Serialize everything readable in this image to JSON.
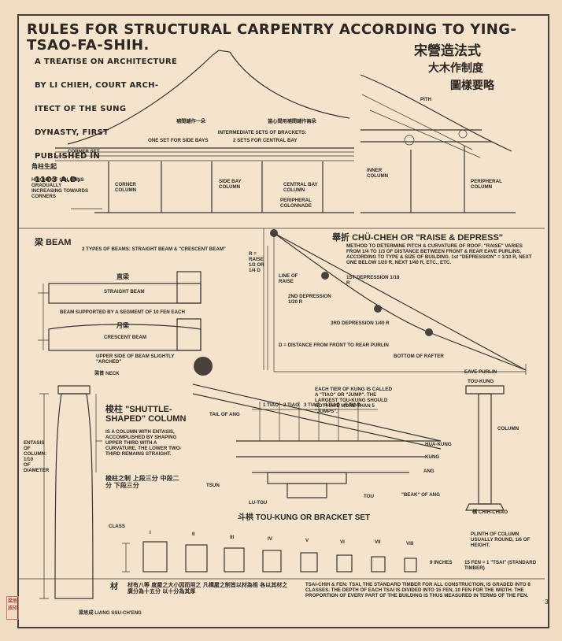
{
  "title": "RULES FOR STRUCTURAL CARPENTRY ACCORDING TO YING-TSAO-FA-SHIH.",
  "subtitle_cn": [
    "宋營造法式",
    "大木作制度",
    "圖樣要略"
  ],
  "intro": [
    "A TREATISE ON ARCHITECTURE",
    "BY LI CHIEH, COURT ARCH-",
    "ITECT OF THE SUNG",
    "DYNASTY, FIRST",
    "PUBLISHED IN",
    "1103 A.D."
  ],
  "elevation": {
    "intermediate_sets": "INTERMEDIATE SETS OF BRACKETS:",
    "one_set": "ONE SET FOR SIDE BAYS",
    "two_sets": "2 SETS FOR CENTRAL BAY",
    "corner_set": "CORNER SET",
    "corner_column": "CORNER COLUMN",
    "side_bay_column": "SIDE BAY COLUMN",
    "central_bay_column": "CENTRAL BAY COLUMN",
    "peripheral_colonnade": "PERIPHERAL COLONNADE",
    "height_note": "HEIGHT OF COLUMNS GRADUALLY INCREASING TOWARDS CORNERS",
    "cn_note": "角柱生起",
    "cn_note2": "補間鋪作一朵",
    "cn_note3": "當心間用補間鋪作兩朵"
  },
  "section": {
    "pith": "PITH",
    "inner_column": "INNER COLUMN",
    "peripheral_column": "PERIPHERAL COLUMN"
  },
  "beam": {
    "heading": "BEAM",
    "heading_cn": "梁",
    "desc": "2 TYPES OF BEAMS: STRAIGHT BEAM & \"CRESCENT BEAM\"",
    "straight_beam": "STRAIGHT BEAM",
    "straight_cn": "直梁",
    "crescent_beam": "CRESCENT BEAM",
    "crescent_cn": "月梁",
    "shear_note": "BEAM SUPPORTED BY A SEGMENT OF 10 FEN EACH",
    "upper_note": "UPPER SIDE OF BEAM SLIGHTLY \"ARCHED\"",
    "neck": "NECK",
    "neck_cn": "梁首"
  },
  "chu_chih": {
    "heading": "CHÜ-CHEH OR \"RAISE & DEPRESS\"",
    "heading_cn": "舉折",
    "desc": "METHOD TO DETERMINE PITCH & CURVATURE OF ROOF: \"RAISE\" VARIES FROM 1/4 TO 1/3 OF DISTANCE BETWEEN FRONT & REAR EAVE PURLINS, ACCORDING TO TYPE & SIZE OF BUILDING. 1st \"DEPRESSION\" = 1/10 R, NEXT ONE BELOW 1/20 R, NEXT 1/40 R, ETC., ETC.",
    "depression_1": "1ST DEPRESSION 1/10 R",
    "depression_2": "2ND DEPRESSION 1/20 R",
    "depression_3": "3RD DEPRESSION 1/40 R",
    "distance_note": "D = DISTANCE FROM FRONT TO REAR PURLIN",
    "rafter_note": "BOTTOM OF RAFTER",
    "eave_purlin": "EAVE PURLIN",
    "raise_label": "R = RAISE 1/3 OR 1/4 D",
    "line_label": "LINE OF RAISE"
  },
  "shuttle": {
    "heading": "\"SHUTTLE-SHAPED\" COLUMN",
    "heading_cn": "梭柱",
    "desc": "IS A COLUMN WITH ENTASIS, ACCOMPLISHED BY SHAPING UPPER THIRD WITH A CURVATURE. THE LOWER TWO-THIRD REMAINS STRAIGHT.",
    "cn_desc": "梭柱之制 上段三分 中段二分 下段三分",
    "side_note": "ENTASIS OF COLUMN: 1/10 OF DIAMETER"
  },
  "bracket": {
    "heading": "TOU-KUNG OR BRACKET SET",
    "heading_cn": "斗栱",
    "tiao_note": "EACH TIER OF KUNG IS CALLED A \"TIAO\" OR \"JUMP\". THE LARGEST TOU-KUNG SHOULD NOT HAVE MORE THAN 5 \"JUMPS\".",
    "tiao": [
      "1 TIAO",
      "2 TIAO",
      "3 TIAO",
      "4 TIAO",
      "5 TIAO"
    ],
    "ang": "ANG",
    "tail_of_ang": "TAIL OF ANG",
    "beak_of_ang": "\"BEAK\" OF ANG",
    "hua_kung": "HUA-KUNG",
    "kung": "KUNG",
    "tou": "TOU",
    "lu_tou": "LU-TOU",
    "tsun": "TSUN"
  },
  "column_right": {
    "tou_kung": "TOU-KUNG",
    "column": "COLUMN",
    "chih_chiao": "CHIH-CHIAO",
    "cn": "櫍",
    "note": "PLINTH OF COLUMN USUALLY ROUND, 1/6 OF HEIGHT."
  },
  "classes": {
    "label": "CLASS",
    "numerals": [
      "I",
      "II",
      "III",
      "IV",
      "V",
      "VI",
      "VII",
      "VIII"
    ],
    "fen_note": "15 FEN = 1 \"TSAI\" (STANDARD TIMBER)",
    "units": "9 INCHES",
    "cn_label": "材",
    "cn_text": "材有八等 度屋之大小因而用之 凡構屋之制皆以材為祖 各以其材之廣分為十五分 以十分為其厚",
    "bottom_note": "TSAI-CHIH & FEN: TSAI, THE STANDARD TIMBER FOR ALL CONSTRUCTION, IS GRADED INTO 8 CLASSES. THE DEPTH OF EACH TSAI IS DIVIDED INTO 15 FEN, 10 FEN FOR THE WIDTH. THE PROPORTION OF EVERY PART OF THE BUILDING IS THUS MEASURED IN TERMS OF THE FEN."
  },
  "credit": "梁思成 LIANG SSU-CH'ENG",
  "seal": "梁思成印",
  "page_number": "3",
  "colors": {
    "paper": "#f4e4cd",
    "ink": "#2b2620",
    "seal": "#a84c45"
  }
}
